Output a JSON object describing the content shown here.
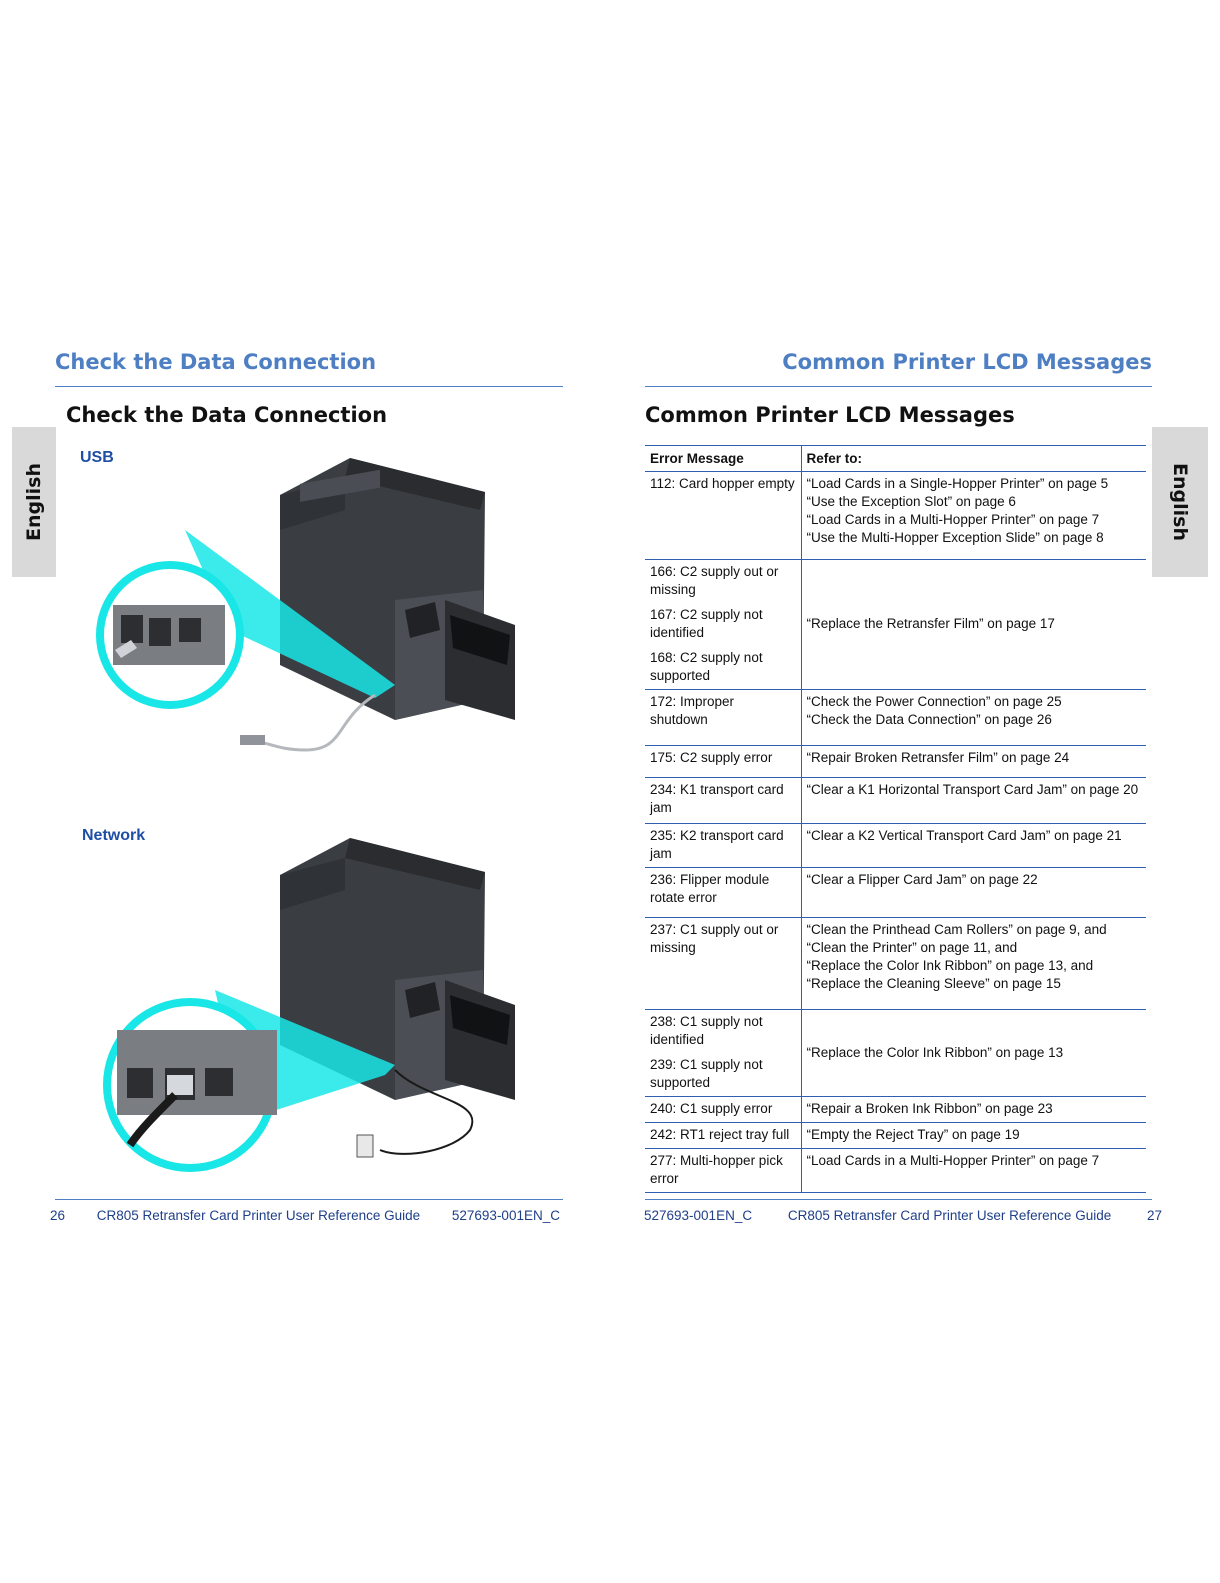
{
  "left_page": {
    "running_head": "Check the Data Connection",
    "language_tab": "English",
    "section_title": "Check the Data Connection",
    "usb_label": "USB",
    "network_label": "Network",
    "footer": {
      "page_number": "26",
      "guide_title": "CR805 Retransfer Card Printer User Reference Guide",
      "doc_number": "527693-001EN_C"
    }
  },
  "right_page": {
    "running_head": "Common Printer LCD Messages",
    "language_tab": "English",
    "section_title": "Common Printer LCD Messages",
    "table": {
      "headers": [
        "Error Message",
        "Refer to:"
      ],
      "rows": [
        {
          "messages": [
            "112: Card hopper empty"
          ],
          "refs": [
            "“Load Cards in a Single-Hopper Printer” on page 5",
            "“Use the Exception Slot” on page 6",
            "“Load Cards in a Multi-Hopper Printer” on page 7",
            "“Use the Multi-Hopper Exception Slide” on page 8"
          ]
        },
        {
          "messages": [
            "166: C2 supply out or missing",
            "167: C2 supply not identified",
            "168: C2 supply not supported"
          ],
          "refs": [
            "“Replace the Retransfer Film” on page 17"
          ]
        },
        {
          "messages": [
            "172: Improper shutdown"
          ],
          "refs": [
            "“Check the Power Connection” on page 25",
            "“Check the Data Connection” on page 26"
          ]
        },
        {
          "messages": [
            "175: C2 supply error"
          ],
          "refs": [
            "“Repair Broken Retransfer Film” on page 24"
          ]
        },
        {
          "messages": [
            "234: K1 transport card jam"
          ],
          "refs": [
            "“Clear a K1 Horizontal Transport Card Jam” on page 20"
          ]
        },
        {
          "messages": [
            "235: K2 transport card jam"
          ],
          "refs": [
            "“Clear a K2 Vertical Transport Card Jam” on page 21"
          ]
        },
        {
          "messages": [
            "236: Flipper module rotate error"
          ],
          "refs": [
            "“Clear a Flipper Card Jam” on page 22"
          ]
        },
        {
          "messages": [
            "237: C1 supply out or missing"
          ],
          "refs": [
            "“Clean the Printhead Cam Rollers” on page 9, and",
            "“Clean the Printer” on page 11, and",
            "“Replace the Color Ink Ribbon” on page 13, and",
            "“Replace the Cleaning Sleeve” on page 15"
          ]
        },
        {
          "messages": [
            "238: C1 supply not identified",
            "239: C1 supply not supported"
          ],
          "refs": [
            "“Replace the Color Ink Ribbon” on page 13"
          ]
        },
        {
          "messages": [
            "240: C1 supply error"
          ],
          "refs": [
            "“Repair a Broken Ink Ribbon” on page 23"
          ]
        },
        {
          "messages": [
            "242: RT1 reject tray full"
          ],
          "refs": [
            "“Empty the Reject Tray” on page 19"
          ]
        },
        {
          "messages": [
            "277: Multi-hopper pick error"
          ],
          "refs": [
            "“Load Cards in a Multi-Hopper Printer” on page 7"
          ]
        }
      ]
    },
    "footer": {
      "doc_number": "527693-001EN_C",
      "guide_title": "CR805 Retransfer Card Printer User Reference Guide",
      "page_number": "27"
    }
  },
  "colors": {
    "heading_blue": "#4f7fc3",
    "label_blue": "#1f4fa5",
    "rule_blue": "#2f5fb3",
    "tab_gray": "#d9d9d9",
    "callout_cyan": "#19e6e6",
    "printer_dark": "#3a3d42"
  },
  "figures": [
    {
      "name": "usb-connection-illustration",
      "icon": "printer-usb-cable"
    },
    {
      "name": "network-connection-illustration",
      "icon": "printer-ethernet-cable"
    }
  ]
}
